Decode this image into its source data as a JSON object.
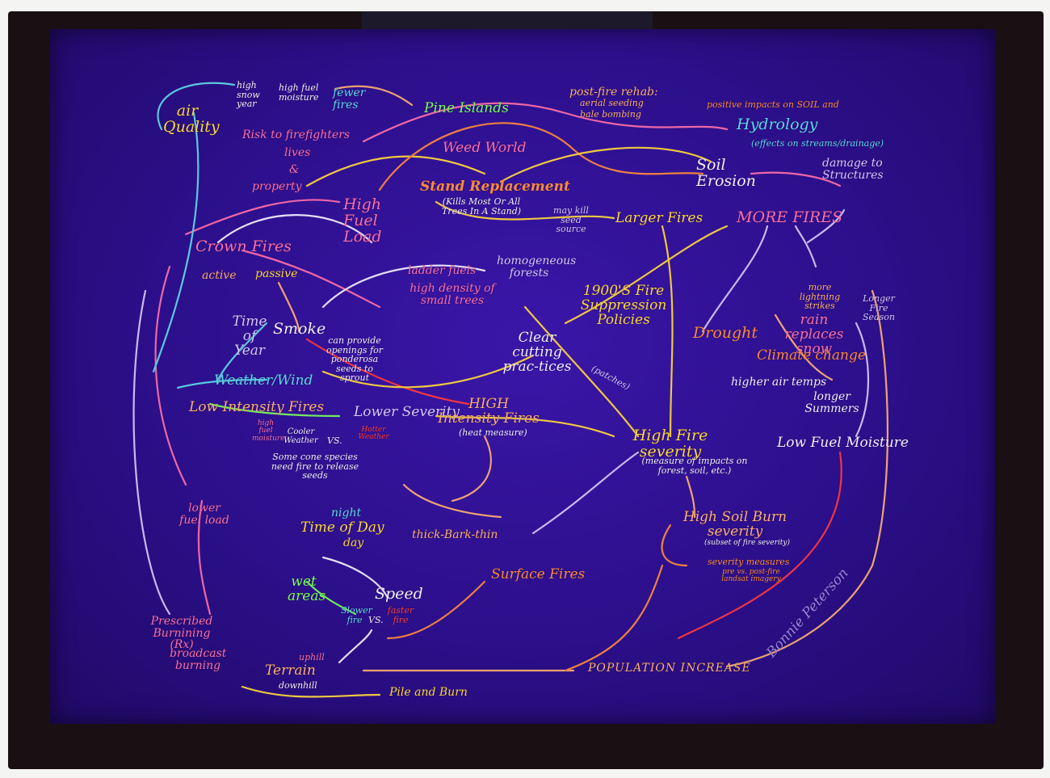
{
  "labels": {
    "high_snow_year": "high snow year",
    "high_fuel_moisture_top": "high fuel moisture",
    "fewer_fires": "fewer fires",
    "air_quality": "air Quality",
    "post_fire_rehab": "post-fire rehab:",
    "aerial_seeding": "aerial seeding",
    "bale_bombing": "bale bombing",
    "positive_impacts": "positive impacts on SOIL and",
    "hydrology": "Hydrology",
    "effects_streams": "(effects on streams/drainage)",
    "pine_islands": "Pine Islands",
    "risk_firefighters": "Risk to firefighters",
    "lives": "lives",
    "and_sign": "&",
    "property": "property",
    "weed_world": "Weed World",
    "stand_replacement": "Stand Replacement",
    "kills_trees": "(Kills Most Or All Trees In A Stand)",
    "may_kill_seed": "may kill seed source",
    "soil_erosion": "Soil Erosion",
    "damage_structures": "damage to Structures",
    "high_fuel_load": "High Fuel Load",
    "larger_fires": "Larger Fires",
    "more_fires": "MORE FIRES",
    "crown_fires": "Crown Fires",
    "active": "active",
    "passive": "passive",
    "ladder_fuels": "ladder fuels",
    "high_density": "high density of small trees",
    "homogeneous_forests": "homogeneous forests",
    "fire_suppression": "1900'S Fire Suppression Policies",
    "more_lightning": "more lightning strikes",
    "rain_replaces_snow": "rain replaces snow",
    "longer_fire_season": "Longer Fire Season",
    "time_of_year": "Time of Year",
    "smoke": "Smoke",
    "can_provide": "can provide openings for ponderosa seeds to sprout",
    "clear_cutting": "Clear cutting prac-tices",
    "drought": "Drought",
    "climate_change": "Climate change",
    "weather_wind": "Weather/Wind",
    "patches": "(patches)",
    "higher_air_temps": "higher air temps",
    "longer_summers": "longer Summers",
    "low_intensity_fires": "Low Intensity Fires",
    "lower_severity": "Lower Severity",
    "high_intensity_fires": "HIGH Intensity Fires",
    "heat_measure": "(heat measure)",
    "high_fuel_moisture": "high fuel moisture",
    "cooler_weather": "Cooler Weather",
    "vs": "VS.",
    "hotter_weather": "Hotter Weather",
    "high_fire_severity": "High Fire severity",
    "measure_impacts": "(measure of impacts on forest, soil, etc.)",
    "low_fuel_moisture": "Low Fuel Moisture",
    "cone_species": "Some cone species need fire to release seeds",
    "lower_fuel_load": "lower fuel load",
    "night": "night",
    "time_of_day": "Time of Day",
    "day": "day",
    "thick_bark_thin": "thick-Bark-thin",
    "high_soil_burn": "High Soil Burn severity",
    "subset_fire": "(subset of fire severity)",
    "severity_measures": "severity measures",
    "pre_post_fire": "pre vs. post-fire landsat imagery",
    "surface_fires": "Surface Fires",
    "wet_areas": "wet areas",
    "speed": "Speed",
    "slower_fire": "Slower fire",
    "vs_speed": "VS.",
    "faster_fire": "faster fire",
    "prescribed_burning": "Prescribed Burnining (Rx)",
    "broadcast_burning": "broadcast burning",
    "uphill": "uphill",
    "terrain": "Terrain",
    "downhill": "downhill",
    "population_increase": "POPULATION INCREASE",
    "pile_and_burn": "Pile and Burn",
    "signature": "Bonnie Peterson"
  },
  "colors": {
    "quilt_border": "#1a1014",
    "panel": "#2c0f8a",
    "orange": "#ff8a3a",
    "peach": "#ffb070",
    "yellow": "#ffd83a",
    "pink": "#ff6fa8",
    "lavender": "#d8c8ff",
    "cyan": "#5fd8e8",
    "green": "#7cff5a",
    "white": "#f4f0ff",
    "red": "#ff3a3a"
  }
}
